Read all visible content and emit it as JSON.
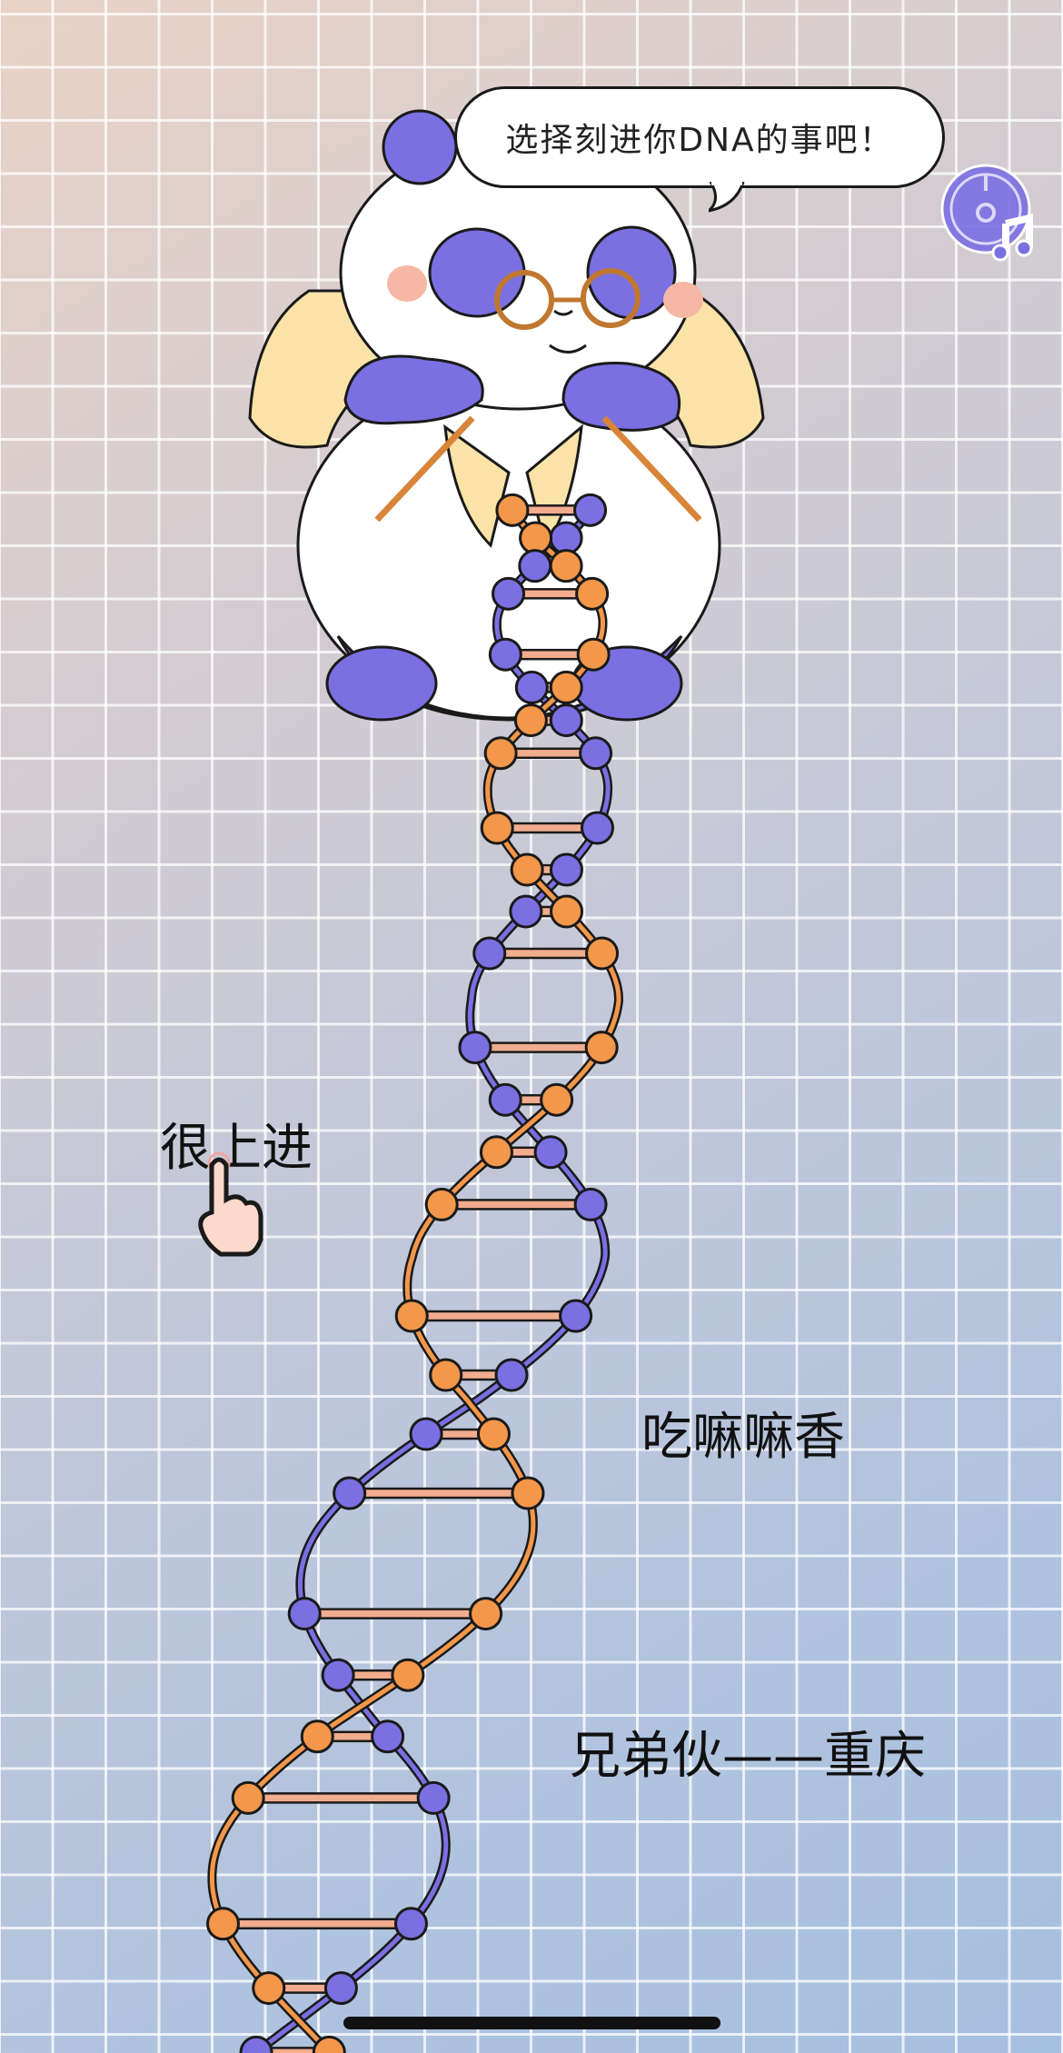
{
  "bubble": {
    "text": "选择刻进你DNA的事吧！"
  },
  "options": [
    {
      "label": "很上进"
    },
    {
      "label": "吃嘛嘛香"
    },
    {
      "label": "兄弟伙——重庆"
    }
  ],
  "icons": {
    "music": "music-disc-icon",
    "hand": "pointing-hand-icon"
  },
  "colors": {
    "purple": "#7a70e2",
    "orange": "#f3974a",
    "rung": "#f2ac8e",
    "yellow": "#fbe3a8"
  }
}
